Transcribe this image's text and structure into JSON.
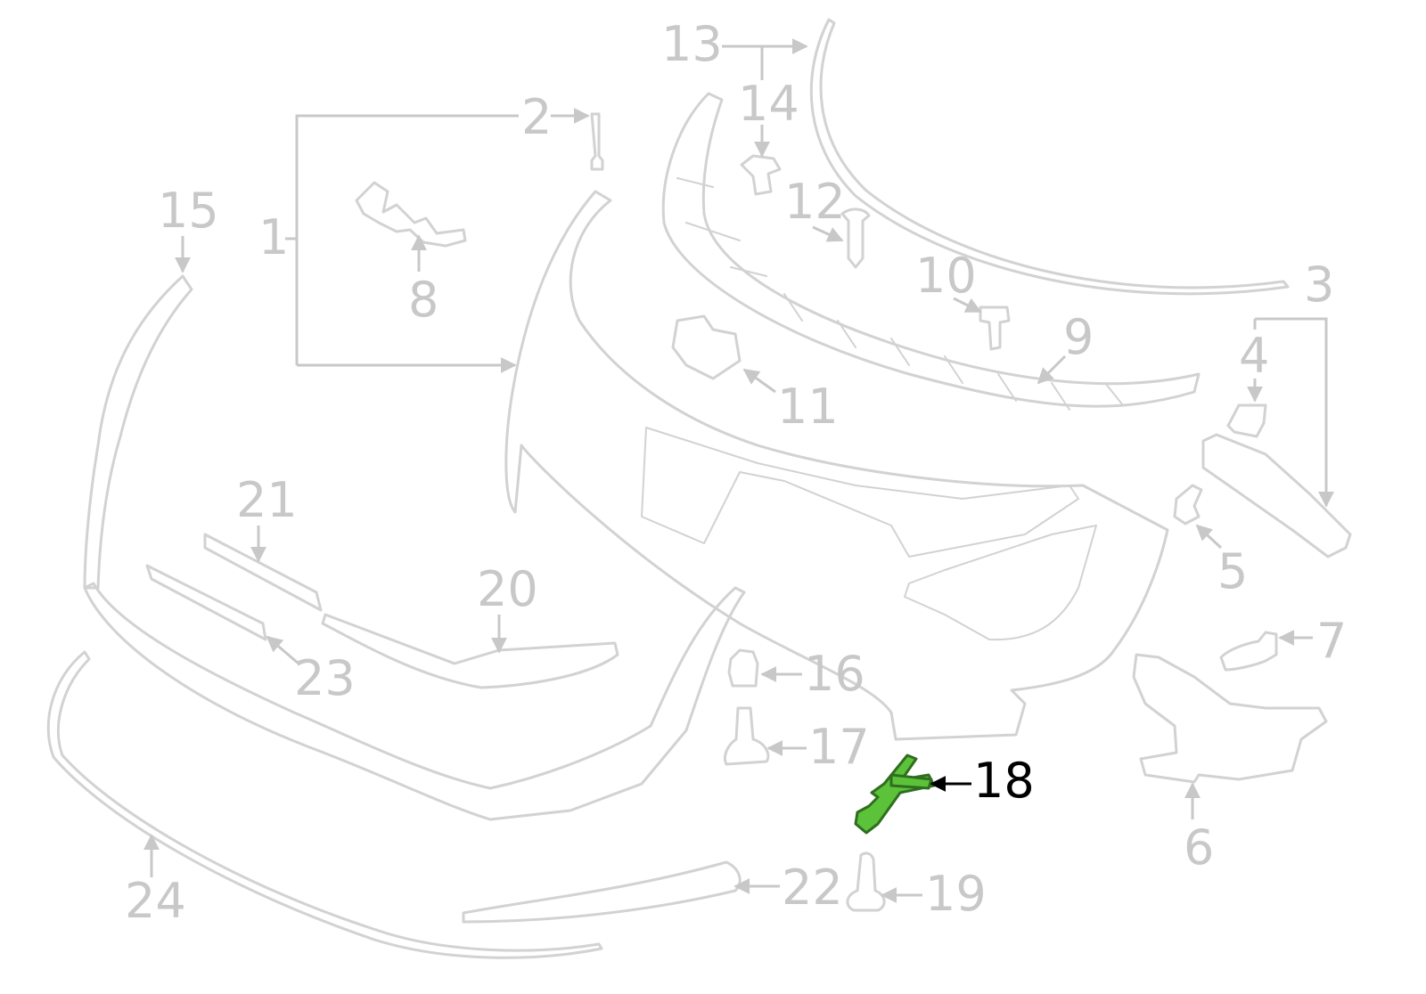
{
  "diagram": {
    "highlight_color": "#5cc23a",
    "highlighted_callout": "18",
    "callouts": {
      "c1": "1",
      "c2": "2",
      "c3": "3",
      "c4": "4",
      "c5": "5",
      "c6": "6",
      "c7": "7",
      "c8": "8",
      "c9": "9",
      "c10": "10",
      "c11": "11",
      "c12": "12",
      "c13": "13",
      "c14": "14",
      "c15": "15",
      "c16": "16",
      "c17": "17",
      "c18": "18",
      "c19": "19",
      "c20": "20",
      "c21": "21",
      "c22": "22",
      "c23": "23",
      "c24": "24"
    }
  }
}
